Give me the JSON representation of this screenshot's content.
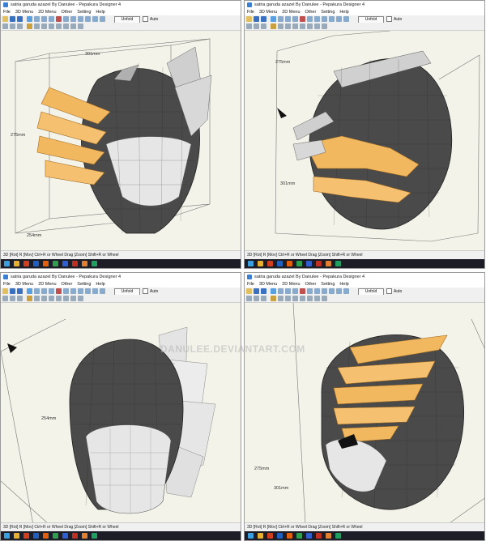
{
  "panes": [
    {
      "title": "satria garuda azazel By Danulee - Pepakura Designer 4",
      "menu": [
        "File",
        "3D Menu",
        "2D Menu",
        "Other",
        "Setting",
        "Help"
      ],
      "unfold_label": "Unfold",
      "auto_label": "Auto",
      "dims": [
        "301mm",
        "275mm",
        "254mm"
      ],
      "status": "3D [Rot] R [Mov] Ctrl+R or Wheel Drag [Zoom] Shift+R or Wheel"
    },
    {
      "title": "satria garuda azazel By Danulee - Pepakura Designer 4",
      "menu": [
        "File",
        "3D Menu",
        "2D Menu",
        "Other",
        "Setting",
        "Help"
      ],
      "unfold_label": "Unfold",
      "auto_label": "Auto",
      "dims": [
        "275mm",
        "301mm"
      ],
      "status": "3D [Rot] R [Mov] Ctrl+R or Wheel Drag [Zoom] Shift+R or Wheel"
    },
    {
      "title": "satria garuda azazel By Danulee - Pepakura Designer 4",
      "menu": [
        "File",
        "3D Menu",
        "2D Menu",
        "Other",
        "Setting",
        "Help"
      ],
      "unfold_label": "Unfold",
      "auto_label": "Auto",
      "dims": [
        "254mm"
      ],
      "status": "3D [Rot] R [Mov] Ctrl+R or Wheel Drag [Zoom] Shift+R or Wheel"
    },
    {
      "title": "satria garuda azazel By Danulee - Pepakura Designer 4",
      "menu": [
        "File",
        "3D Menu",
        "2D Menu",
        "Other",
        "Setting",
        "Help"
      ],
      "unfold_label": "Unfold",
      "auto_label": "Auto",
      "dims": [
        "275mm",
        "301mm"
      ],
      "status": "3D [Rot] R [Mov] Ctrl+R or Wheel Drag [Zoom] Shift+R or Wheel"
    }
  ],
  "watermark": "DANULEE.DEVIANTART.COM",
  "colors": {
    "viewport_bg": "#f3f3ea",
    "helmet_dark": "#4a4a4a",
    "helmet_light": "#e6e6e6",
    "wing_orange": "#f2b860",
    "taskbar": "#1d1d28"
  }
}
